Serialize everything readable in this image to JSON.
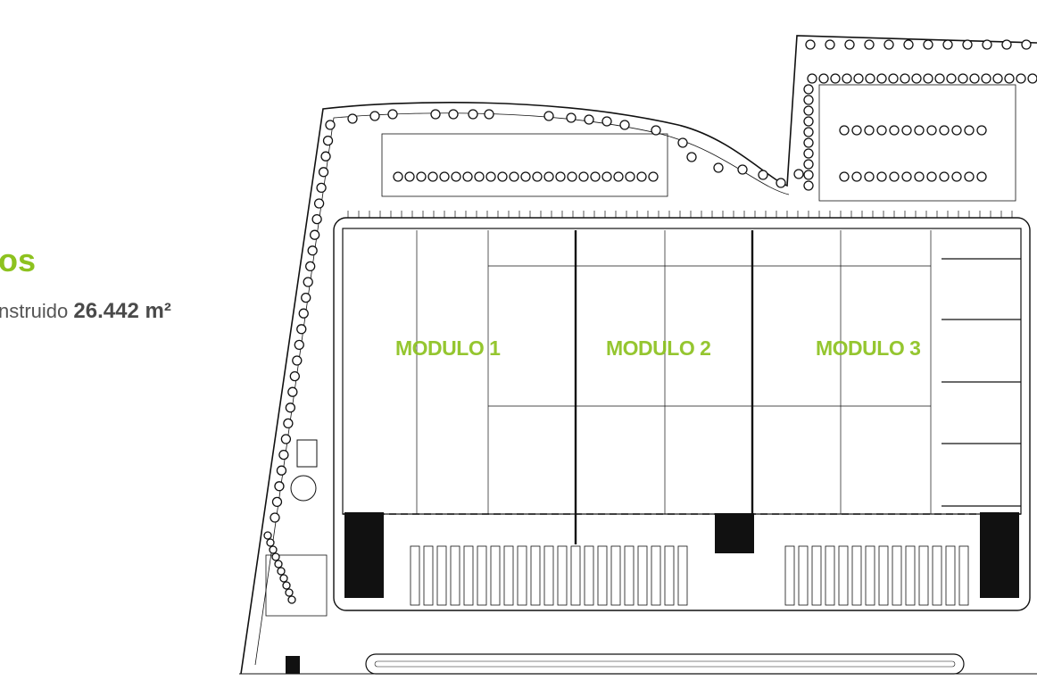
{
  "section": {
    "heading": "os",
    "area_label": "nstruido",
    "area_value": "26.442 m²"
  },
  "plan": {
    "modules": [
      "MODULO 1",
      "MODULO 2",
      "MODULO 3"
    ],
    "label_color": "#8dc21f",
    "line_color": "#111111"
  }
}
